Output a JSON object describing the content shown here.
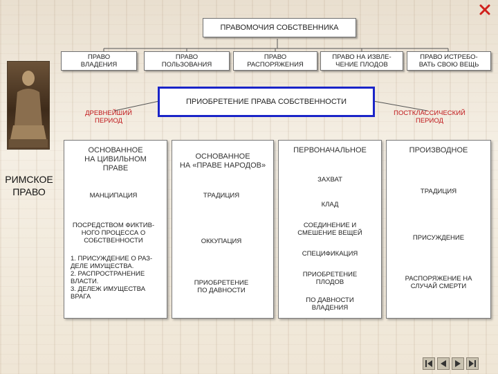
{
  "title": "ПРАВОМОЧИЯ СОБСТВЕННИКА",
  "rights": [
    "ПРАВО\nВЛАДЕНИЯ",
    "ПРАВО\nПОЛЬЗОВАНИЯ",
    "ПРАВО\nРАСПОРЯЖЕНИЯ",
    "ПРАВО НА ИЗВЛЕ-\nЧЕНИЕ ПЛОДОВ",
    "ПРАВО ИСТРЕБО-\nВАТЬ СВОЮ ВЕЩЬ"
  ],
  "acquisition_title": "ПРИОБРЕТЕНИЕ ПРАВА СОБСТВЕННОСТИ",
  "period_ancient": "ДРЕВНЕЙШИЙ\nПЕРИОД",
  "period_postclassical": "ПОСТКЛАССИЧЕСКИЙ\nПЕРИОД",
  "side_label": "РИМСКОЕ\nПРАВО",
  "col1": {
    "header": "ОСНОВАННОЕ\nНА ЦИВИЛЬНОМ\nПРАВЕ",
    "items": [
      "МАНЦИПАЦИЯ",
      "ПОСРЕДСТВОМ ФИКТИВ-\nНОГО ПРОЦЕССА О\nСОБСТВЕННОСТИ",
      "1. ПРИСУЖДЕНИЕ О РАЗ-\nДЕЛЕ ИМУЩЕСТВА.\n2. РАСПРОСТРАНЕНИЕ\nВЛАСТИ.\n3. ДЕЛЕЖ ИМУЩЕСТВА\nВРАГА"
    ]
  },
  "col2": {
    "header": "ОСНОВАННОЕ\nНА «ПРАВЕ НАРОДОВ»",
    "items": [
      "ТРАДИЦИЯ",
      "ОККУПАЦИЯ",
      "ПРИОБРЕТЕНИЕ\nПО ДАВНОСТИ"
    ]
  },
  "col3": {
    "header": "ПЕРВОНАЧАЛЬНОЕ",
    "items": [
      "ЗАХВАТ",
      "КЛАД",
      "СОЕДИНЕНИЕ И\nСМЕШЕНИЕ ВЕЩЕЙ",
      "СПЕЦИФИКАЦИЯ",
      "ПРИОБРЕТЕНИЕ\nПЛОДОВ",
      "ПО ДАВНОСТИ\nВЛАДЕНИЯ"
    ]
  },
  "col4": {
    "header": "ПРОИЗВОДНОЕ",
    "items": [
      "ТРАДИЦИЯ",
      "ПРИСУЖДЕНИЕ",
      "РАСПОРЯЖЕНИЕ НА\nСЛУЧАЙ СМЕРТИ"
    ]
  },
  "colors": {
    "accent_blue": "#1a24c8",
    "red_text": "#c0171b",
    "close_red": "#d0201c"
  }
}
